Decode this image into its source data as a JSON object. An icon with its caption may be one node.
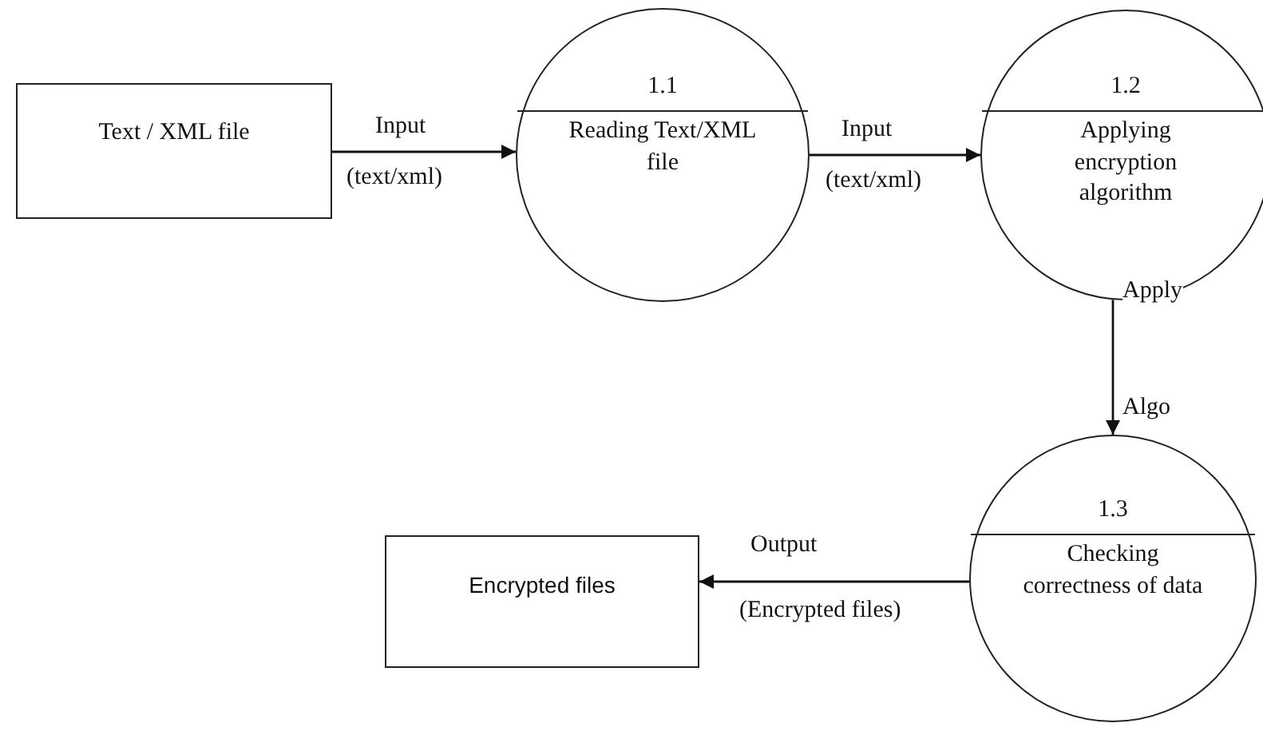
{
  "diagram": {
    "nodes": [
      {
        "text": [
          "Text / XML file"
        ]
      },
      {
        "text": [
          "1.1",
          "Reading Text/XML file"
        ]
      },
      {
        "text": [
          "1.2",
          "Applying encryption algorithm"
        ]
      },
      {
        "text": [
          "1.3",
          "Checking correctness of data"
        ]
      },
      {
        "text": [
          "Encrypted files"
        ]
      }
    ],
    "edges": [
      {
        "from": 0,
        "to": 1,
        "arrow": "to",
        "label": "Input"
      },
      {
        "from": 1,
        "to": 2,
        "arrow": "to",
        "label": "Input"
      },
      {
        "from": 2,
        "to": 3,
        "arrow": "to",
        "label": "Apply"
      },
      {
        "from": 3,
        "to": 4,
        "arrow": "to",
        "label": "Output"
      }
    ],
    "labels": [
      "(text/xml)",
      "(text/xml)",
      "Algo",
      "(Encrypted files)"
    ]
  }
}
